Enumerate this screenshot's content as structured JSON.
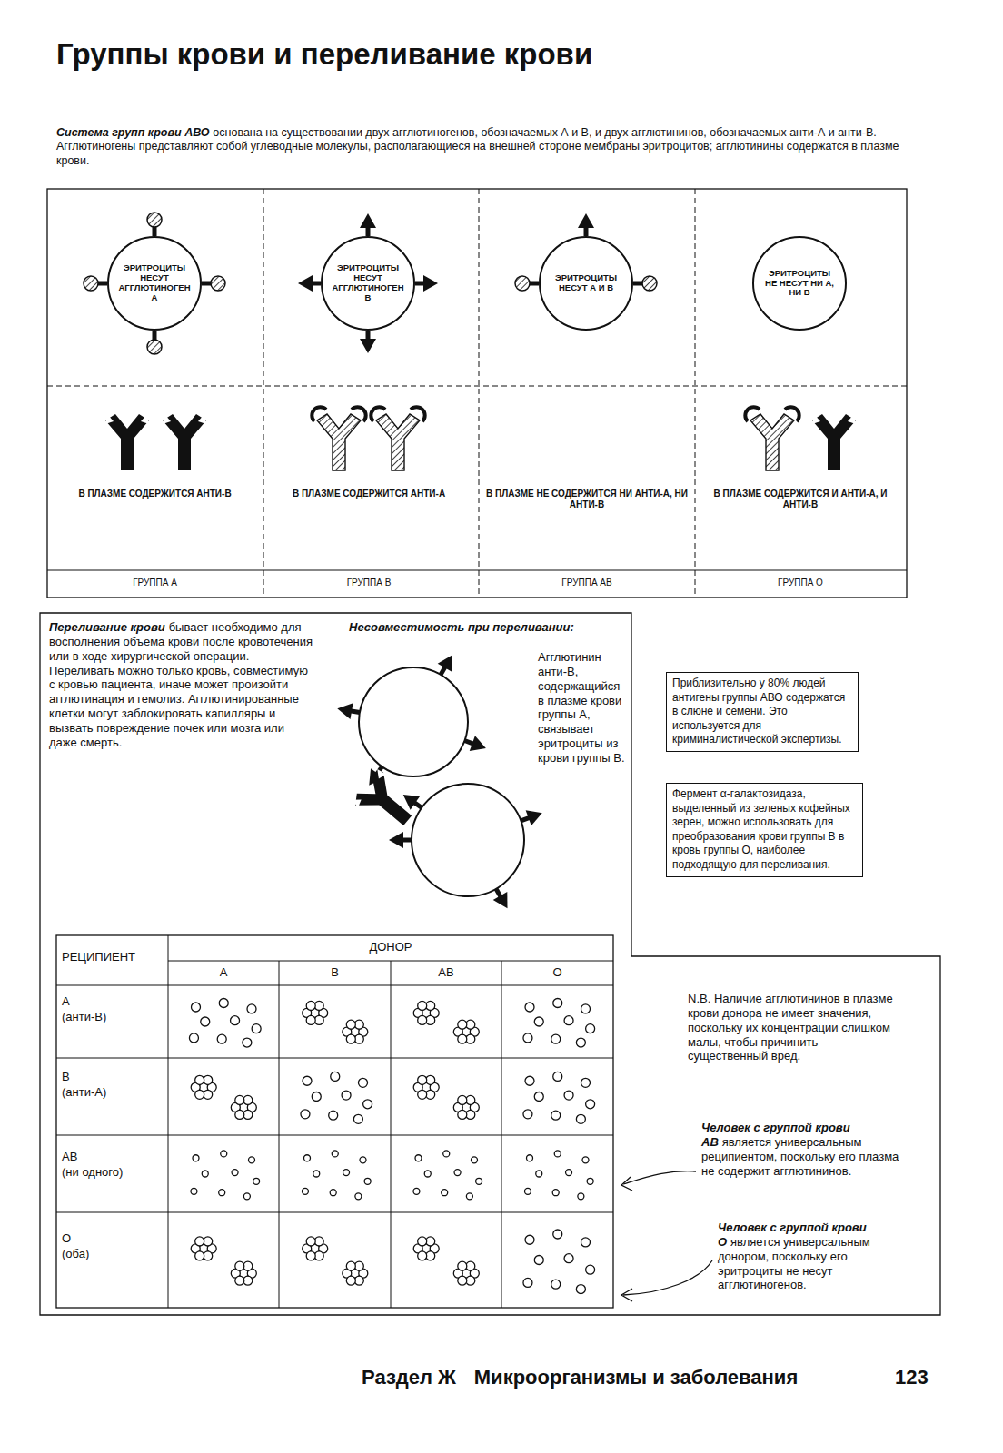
{
  "diagram": {
    "title": "Группы крови и переливание крови",
    "nodes": [
      {
        "text": [
          "ЭРИТРОЦИТЫ НЕСУТ АГГЛЮТИНОГЕН А"
        ]
      },
      {
        "text": [
          "ЭРИТРОЦИТЫ НЕСУТ АГГЛЮТИНОГЕН В"
        ]
      },
      {
        "text": [
          "ЭРИТРОЦИТЫ НЕСУТ А И В"
        ]
      },
      {
        "text": [
          "ЭРИТРОЦИТЫ НЕ НЕСУТ НИ А, НИ В"
        ]
      },
      {
        "text": [
          "Приблизительно у 80% людей антигены группы АВО содержатся в слюне и семени. Это используется для криминалистической экспертизы."
        ]
      },
      {
        "text": [
          "Фермент α-галактозидаза, выделенный из зеленых кофейных зерен, можно использовать для преобразования крови группы В в кровь группы О, наиболее подходящую для переливания."
        ]
      }
    ],
    "labels": [
      "Система групп крови АВО",
      "основана на существовании двух агглютиногенов, обозначаемых А и В, и двух агглютининов, обозначаемых анти-А и анти-В. Агглютиногены представляют собой углеводные молекулы, располагающиеся на внешней стороне мембраны эритроцитов; агглютинины содержатся в плазме крови.",
      "В ПЛАЗМЕ СОДЕРЖИТСЯ АНТИ-В",
      "В ПЛАЗМЕ СОДЕРЖИТСЯ АНТИ-А",
      "В ПЛАЗМЕ НЕ СОДЕРЖИТСЯ НИ АНТИ-А, НИ АНТИ-В",
      "В ПЛАЗМЕ СОДЕРЖИТСЯ И АНТИ-А, И АНТИ-В",
      "ГРУППА А",
      "ГРУППА В",
      "ГРУППА АВ",
      "ГРУППА О",
      "Переливание крови",
      "бывает необходимо для восполнения объема крови после кровотечения или в ходе хирургической операции. Переливать можно только кровь, совместимую с кровью пациента, иначе может произойти агглютинация и гемолиз. Агглютинированные клетки могут заблокировать капилляры и вызвать повреждение почек или мозга или даже смерть.",
      "Несовместимость при переливании:",
      "Агглютинин анти-В, содержащийся в плазме крови группы А, связывает эритроциты из крови группы В.",
      "РЕЦИПИЕНТ",
      "ДОНОР",
      "А",
      "В",
      "АВ",
      "О",
      "А",
      "(анти-В)",
      "В",
      "(анти-А)",
      "АВ",
      "(ни одного)",
      "О",
      "(оба)",
      "N.B. Наличие агглютининов в плазме крови донора не имеет значения, поскольку их концентрации слишком малы, чтобы причинить существенный вред.",
      "Человек с группой крови АВ",
      "является универсальным реципиентом, поскольку его плазма не содержит агглютининов.",
      "Человек с группой крови О",
      "является универсальным донором, поскольку его эритроциты не несут агглютиногенов.",
      "Раздел Ж",
      "Микроорганизмы и заболевания",
      "123"
    ]
  }
}
